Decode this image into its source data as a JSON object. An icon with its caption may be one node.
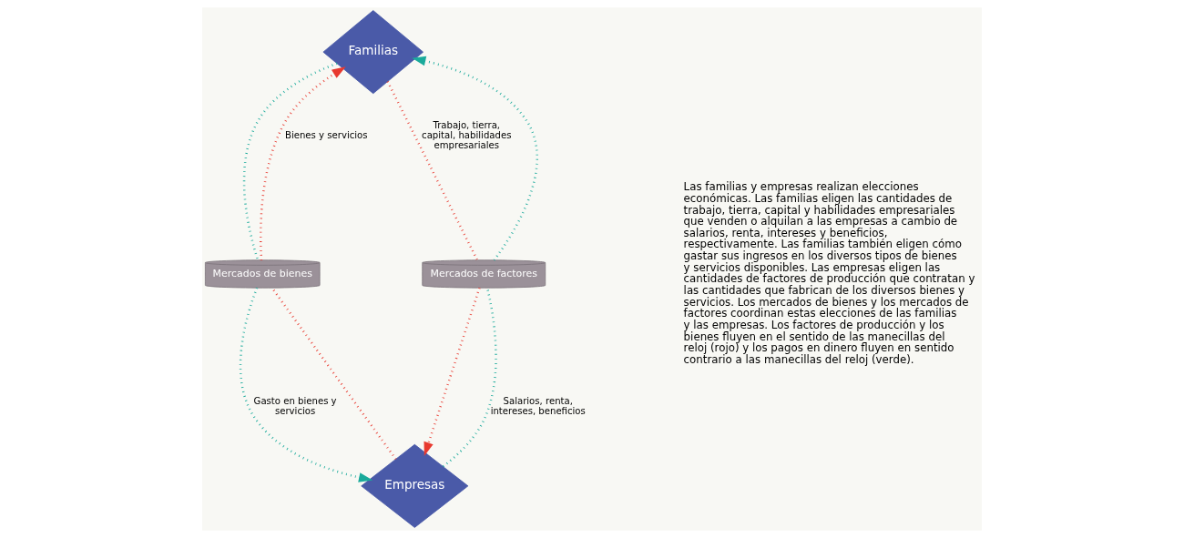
{
  "diagram": {
    "nodes": [
      {
        "text": [
          "Familias"
        ]
      },
      {
        "text": [
          "Mercados de bienes"
        ]
      },
      {
        "text": [
          "Mercados de factores"
        ]
      },
      {
        "text": [
          "Empresas"
        ]
      }
    ],
    "edges": [
      {
        "from": 3,
        "to": 1,
        "arrow": "none",
        "color": "#e8392f"
      },
      {
        "from": 1,
        "to": 0,
        "arrow": "to",
        "label": "Bienes y servicios",
        "color": "#e8392f"
      },
      {
        "from": 0,
        "to": 2,
        "arrow": "none",
        "label": "Trabajo, tierra, capital, habilidades empresariales",
        "color": "#e8392f"
      },
      {
        "from": 2,
        "to": 3,
        "arrow": "to",
        "color": "#e8392f"
      },
      {
        "from": 0,
        "to": 1,
        "arrow": "none",
        "color": "#1aaa9b"
      },
      {
        "from": 1,
        "to": 3,
        "arrow": "to",
        "label": "Gasto en bienes y servicios",
        "color": "#1aaa9b"
      },
      {
        "from": 3,
        "to": 2,
        "arrow": "none",
        "label": "Salarios, renta, intereses, beneficios",
        "color": "#1aaa9b"
      },
      {
        "from": 2,
        "to": 0,
        "arrow": "to",
        "color": "#1aaa9b"
      }
    ],
    "labels": [
      "Las familias y empresas realizan elecciones económicas. Las familias eligen las cantidades de trabajo, tierra, capital y habilidades empresariales que venden o alquilan a las empresas a cambio de salarios, renta, intereses y beneficios, respectivamente. Las familias también eligen cómo gastar sus ingresos en los diversos tipos de bienes y servicios disponibles. Las empresas eligen las cantidades de factores de producción que contratan y las cantidades que fabrican de los diversos bienes y servicios. Los mercados de bienes y los mercados de factores coordinan estas elecciones de las familias y las empresas. Los factores de producción y los bienes fluyen en el sentido de las manecillas del reloj (rojo) y los pagos en dinero fluyen en sentido contrario a las manecillas del reloj (verde)."
    ]
  }
}
